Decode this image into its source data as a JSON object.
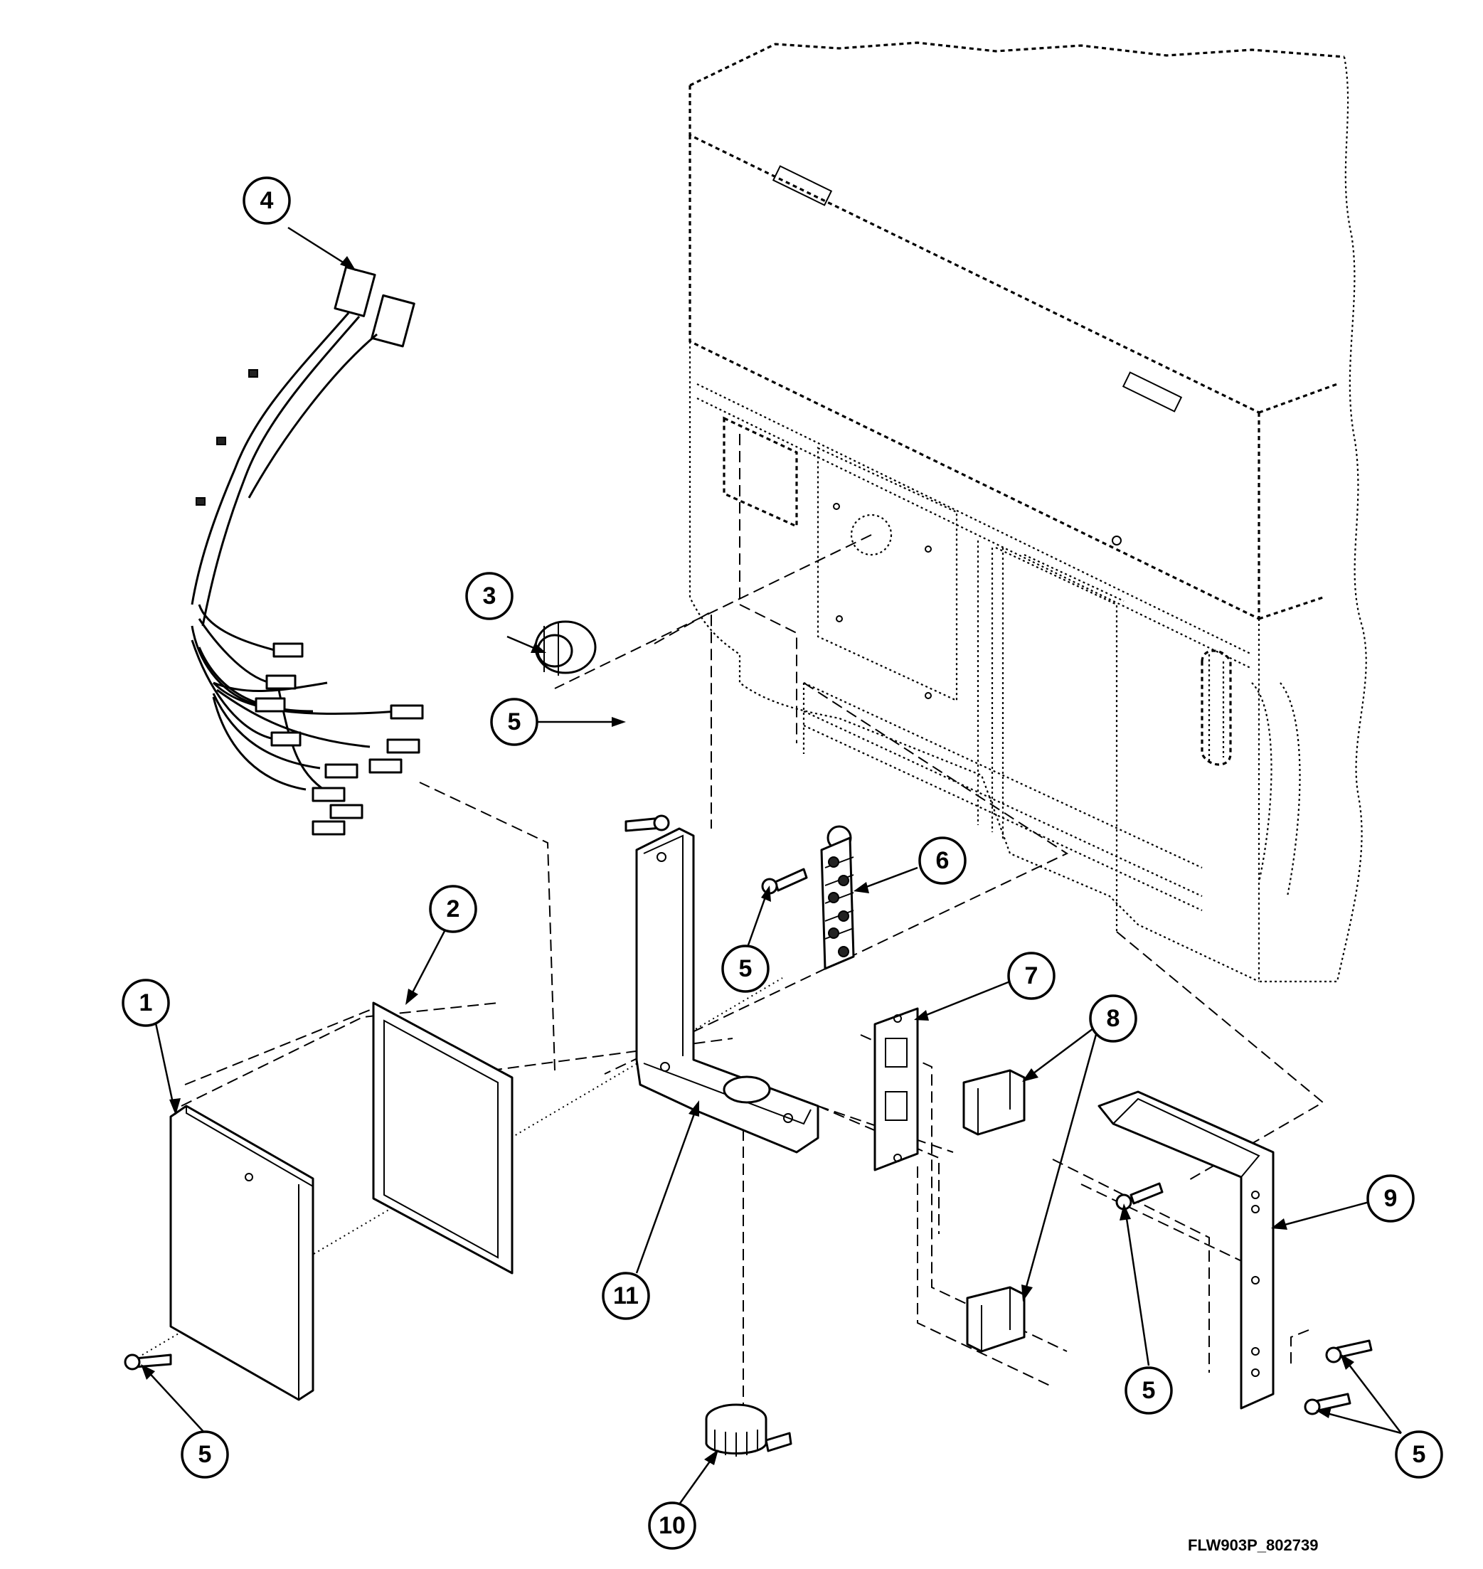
{
  "drawing_code": "FLW903P_802739",
  "callouts": [
    {
      "label": "1"
    },
    {
      "label": "2"
    },
    {
      "label": "3"
    },
    {
      "label": "4"
    },
    {
      "label": "5"
    },
    {
      "label": "5"
    },
    {
      "label": "5"
    },
    {
      "label": "6"
    },
    {
      "label": "7"
    },
    {
      "label": "8"
    },
    {
      "label": "9"
    },
    {
      "label": "5"
    },
    {
      "label": "5"
    },
    {
      "label": "10"
    },
    {
      "label": "11"
    }
  ]
}
